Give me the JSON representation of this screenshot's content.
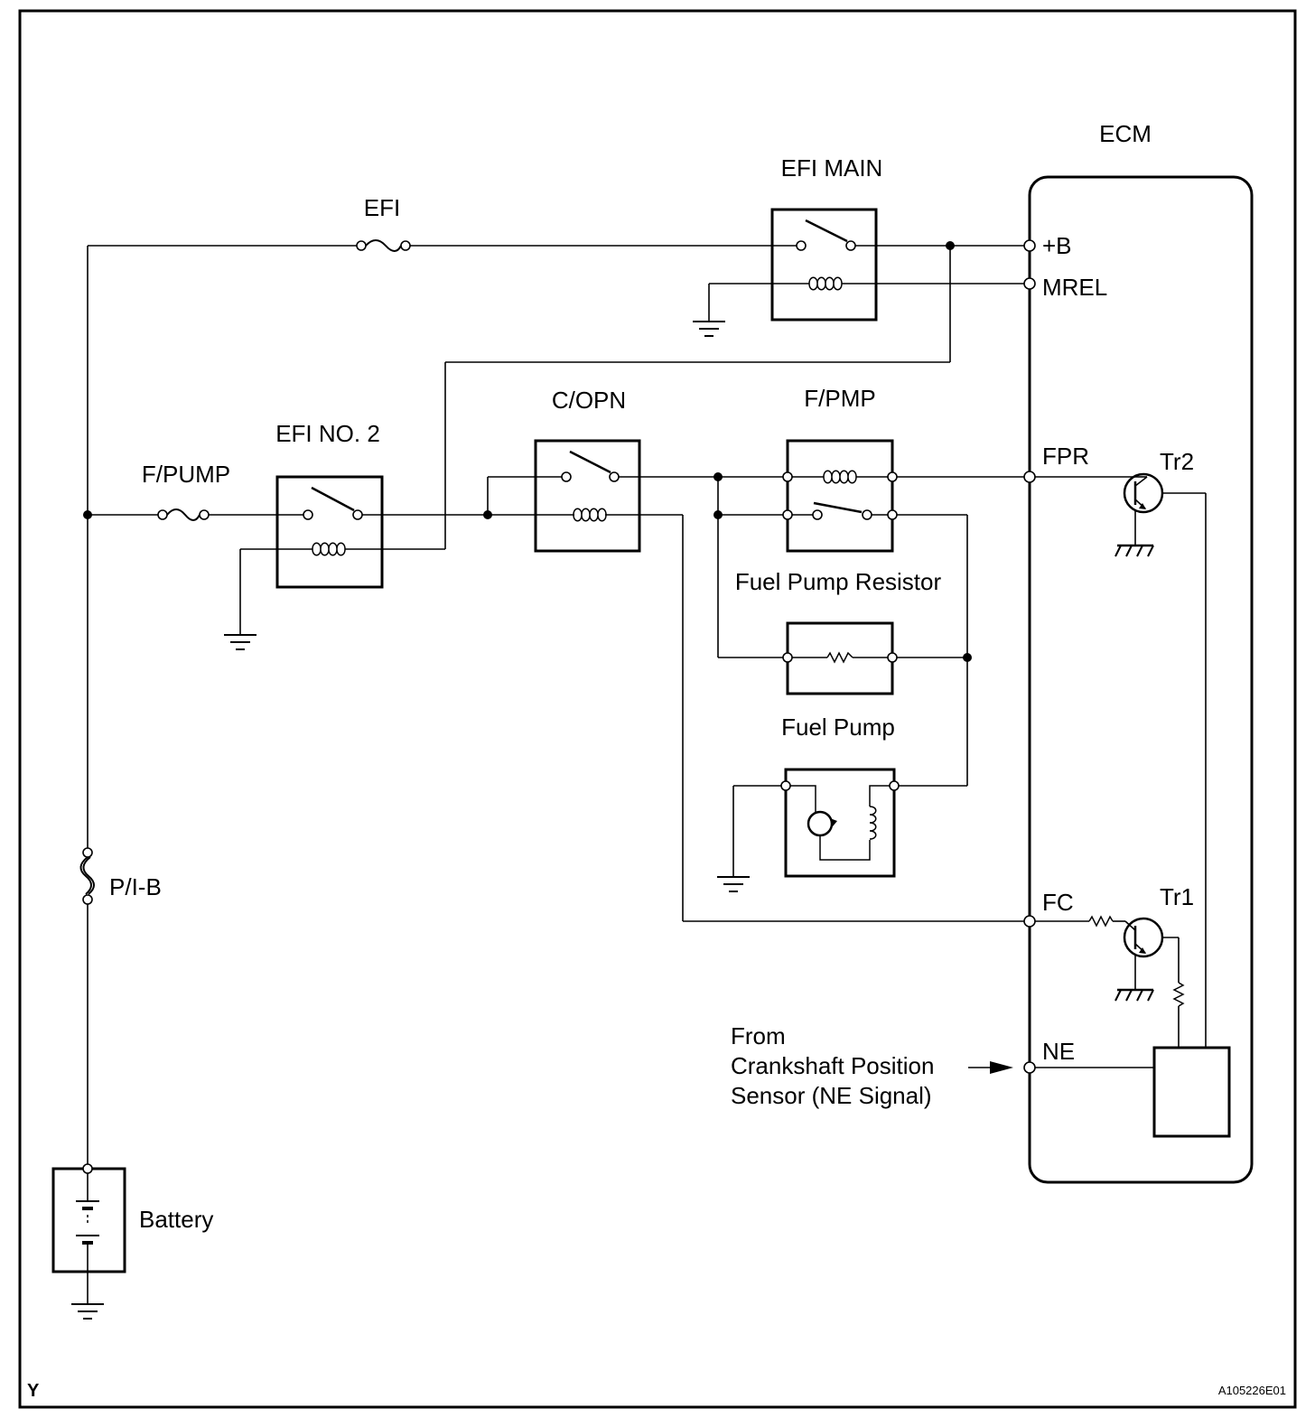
{
  "components": {
    "efi_main": "EFI MAIN",
    "efi_fuse": "EFI",
    "efi_no2": "EFI NO. 2",
    "f_pump_fuse": "F/PUMP",
    "c_opn": "C/OPN",
    "f_pmp": "F/PMP",
    "fuel_pump_resistor": "Fuel Pump Resistor",
    "fuel_pump": "Fuel Pump",
    "pib": "P/I-B",
    "battery": "Battery"
  },
  "ecm": {
    "title": "ECM",
    "terminals": {
      "plus_b": "+B",
      "mrel": "MREL",
      "fpr": "FPR",
      "fc": "FC",
      "ne": "NE"
    },
    "transistors": {
      "tr1": "Tr1",
      "tr2": "Tr2"
    }
  },
  "ne_source": {
    "line1": "From",
    "line2": "Crankshaft Position",
    "line3": "Sensor (NE Signal)"
  },
  "footer": {
    "left": "Y",
    "right": "A105226E01"
  }
}
